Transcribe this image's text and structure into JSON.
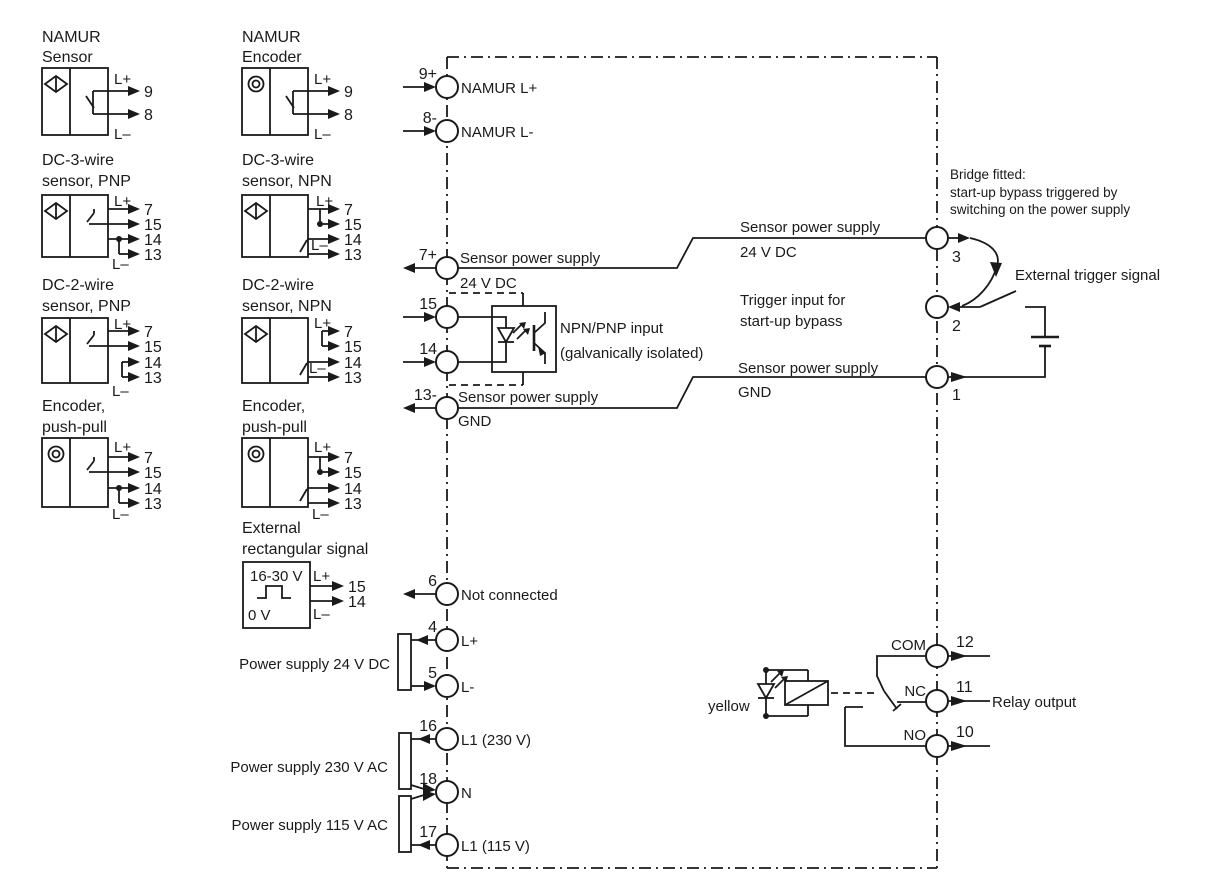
{
  "colors": {
    "ink": "#1a1a1a",
    "background": "#ffffff"
  },
  "blocks": [
    {
      "title1": "NAMUR",
      "title2": "Sensor",
      "lplus": "L+",
      "lminus": "L–",
      "pins": [
        "9",
        "8"
      ]
    },
    {
      "title1": "NAMUR",
      "title2": "Encoder",
      "lplus": "L+",
      "lminus": "L–",
      "pins": [
        "9",
        "8"
      ]
    },
    {
      "title1": "DC-3-wire",
      "title2": "sensor, PNP",
      "lplus": "L+",
      "lminus": "L–",
      "pins": [
        "7",
        "15",
        "14",
        "13"
      ]
    },
    {
      "title1": "DC-3-wire",
      "title2": "sensor, NPN",
      "lplus": "L+",
      "lminus": "L–",
      "pins": [
        "7",
        "15",
        "14",
        "13"
      ]
    },
    {
      "title1": "DC-2-wire",
      "title2": "sensor, PNP",
      "lplus": "L+",
      "lminus": "L–",
      "pins": [
        "7",
        "15",
        "14",
        "13"
      ]
    },
    {
      "title1": "DC-2-wire",
      "title2": "sensor, NPN",
      "lplus": "L+",
      "lminus": "L–",
      "pins": [
        "7",
        "15",
        "14",
        "13"
      ]
    },
    {
      "title1": "Encoder,",
      "title2": "push-pull",
      "lplus": "L+",
      "lminus": "L–",
      "pins": [
        "7",
        "15",
        "14",
        "13"
      ]
    },
    {
      "title1": "Encoder,",
      "title2": "push-pull",
      "lplus": "L+",
      "lminus": "L–",
      "pins": [
        "7",
        "15",
        "14",
        "13"
      ]
    },
    {
      "title1": "External",
      "title2": "rectangular signal",
      "lplus": "L+",
      "lminus": "L–",
      "pins": [
        "15",
        "14"
      ],
      "v_high": "16-30 V",
      "v_low": "0 V"
    }
  ],
  "device": {
    "terminals_left": [
      {
        "num": "9+",
        "label": "NAMUR L+"
      },
      {
        "num": "8-",
        "label": "NAMUR L-"
      },
      {
        "num": "7+"
      },
      {
        "num": "15"
      },
      {
        "num": "14"
      },
      {
        "num": "13-"
      },
      {
        "num": "6",
        "label": "Not connected"
      },
      {
        "num": "4",
        "label": "L+"
      },
      {
        "num": "5",
        "label": "L-"
      },
      {
        "num": "16",
        "label": "L1 (230 V)"
      },
      {
        "num": "18",
        "label": "N"
      },
      {
        "num": "17",
        "label": "L1 (115 V)"
      }
    ],
    "terminals_right": [
      {
        "num": "3"
      },
      {
        "num": "2"
      },
      {
        "num": "1"
      },
      {
        "num": "12",
        "label": "COM"
      },
      {
        "num": "11",
        "label": "NC"
      },
      {
        "num": "10",
        "label": "NO"
      }
    ],
    "labels": {
      "supply_left_1": "Sensor power supply",
      "supply_left_2": "24 V DC",
      "gnd_left_1": "Sensor power supply",
      "gnd_left_2": "GND",
      "opto_1": "NPN/PNP input",
      "opto_2": "(galvanically isolated)",
      "bridge_1": "Bridge fitted:",
      "bridge_2": "start-up bypass triggered by",
      "bridge_3": "switching on the power supply",
      "supply_right_1": "Sensor power supply",
      "supply_right_2": "24 V DC",
      "trigger_1": "Trigger input for",
      "trigger_2": "start-up bypass",
      "gnd_right_1": "Sensor power supply",
      "gnd_right_2": "GND",
      "external_trigger": "External trigger signal",
      "ps24": "Power supply 24 V DC",
      "ps230": "Power supply 230 V AC",
      "ps115": "Power supply 115 V AC",
      "relay_output": "Relay output",
      "led": "yellow"
    }
  }
}
